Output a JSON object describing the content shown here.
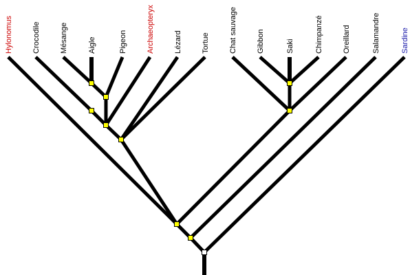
{
  "colors": {
    "black": "#000000",
    "red": "#cc0000",
    "blue": "#1a1aaa",
    "node_yellow": "#ffff00",
    "node_white": "#ffffff"
  },
  "taxa": [
    {
      "id": "hylonomus",
      "label": "Hylonomus",
      "color": "red"
    },
    {
      "id": "crocodile",
      "label": "Crocodile",
      "color": "black"
    },
    {
      "id": "mesange",
      "label": "Mésange",
      "color": "black"
    },
    {
      "id": "aigle",
      "label": "Aigle",
      "color": "black"
    },
    {
      "id": "pigeon",
      "label": "Pigeon",
      "color": "black"
    },
    {
      "id": "archaeopteryx",
      "label": "Archaeopteryx",
      "color": "red"
    },
    {
      "id": "lezard",
      "label": "Lézard",
      "color": "black"
    },
    {
      "id": "tortue",
      "label": "Tortue",
      "color": "black"
    },
    {
      "id": "chat-sauvage",
      "label": "Chat sauvage",
      "color": "black"
    },
    {
      "id": "gibbon",
      "label": "Gibbon",
      "color": "black"
    },
    {
      "id": "saki",
      "label": "Saki",
      "color": "black"
    },
    {
      "id": "chimpanze",
      "label": "Chimpanzé",
      "color": "black"
    },
    {
      "id": "oreillard",
      "label": "Oreillard",
      "color": "black"
    },
    {
      "id": "salamandre",
      "label": "Salamandre",
      "color": "black"
    },
    {
      "id": "sardine",
      "label": "Sardine",
      "color": "blue"
    }
  ],
  "nodes": [
    {
      "id": "n-aigle",
      "style": "yellow"
    },
    {
      "id": "n-pigeon",
      "style": "yellow"
    },
    {
      "id": "n-crocodile",
      "style": "yellow"
    },
    {
      "id": "n-archaeopteryx",
      "style": "yellow"
    },
    {
      "id": "n-lezard",
      "style": "yellow"
    },
    {
      "id": "n-saki",
      "style": "yellow"
    },
    {
      "id": "n-mammals",
      "style": "yellow"
    },
    {
      "id": "n-amniotes",
      "style": "yellow"
    },
    {
      "id": "n-tetrapods",
      "style": "yellow"
    },
    {
      "id": "n-root",
      "style": "white"
    }
  ]
}
